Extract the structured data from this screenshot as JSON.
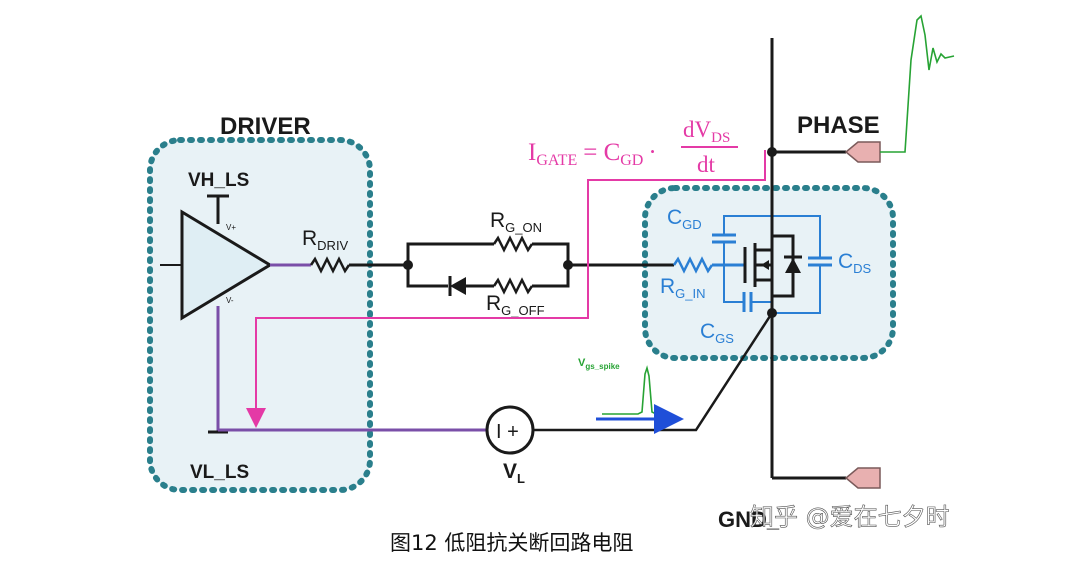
{
  "labels": {
    "driver": "DRIVER",
    "phase": "PHASE",
    "vh_ls": "VH_LS",
    "vl_ls": "VL_LS",
    "v_plus": "V+",
    "v_minus": "V-",
    "r_driv_main": "R",
    "r_driv_sub": "DRIV",
    "rg_on_main": "R",
    "rg_on_sub": "G_ON",
    "rg_off_main": "R",
    "rg_off_sub": "G_OFF",
    "rg_in_main": "R",
    "rg_in_sub": "G_IN",
    "cgd_main": "C",
    "cgd_sub": "GD",
    "cds_main": "C",
    "cds_sub": "DS",
    "cgs_main": "C",
    "cgs_sub": "GS",
    "vl_main": "V",
    "vl_sub": "L",
    "source_symbol": "I +",
    "vgs_spike_main": "V",
    "vgs_spike_sub": "gs_spike",
    "gnd_label": "GND_"
  },
  "formula": {
    "i_main": "I",
    "i_sub": "GATE",
    "eq": "= C",
    "c_sub": "GD",
    "dot": "·",
    "numerator_main": "dV",
    "numerator_sub": "DS",
    "denominator": "dt"
  },
  "caption": "图12 低阻抗关断回路电阻",
  "watermark": "知乎 @爱在七夕时",
  "colors": {
    "wire": "#1a1a1a",
    "driver_box": "#2a7f8c",
    "gate_path": "#e43aa6",
    "ls_path": "#7a4fa8",
    "capacitor": "#2a7fd4",
    "phase_wave": "#27a334",
    "spike_arrow": "#1f4fd8",
    "connector": "#e8b0b0"
  }
}
